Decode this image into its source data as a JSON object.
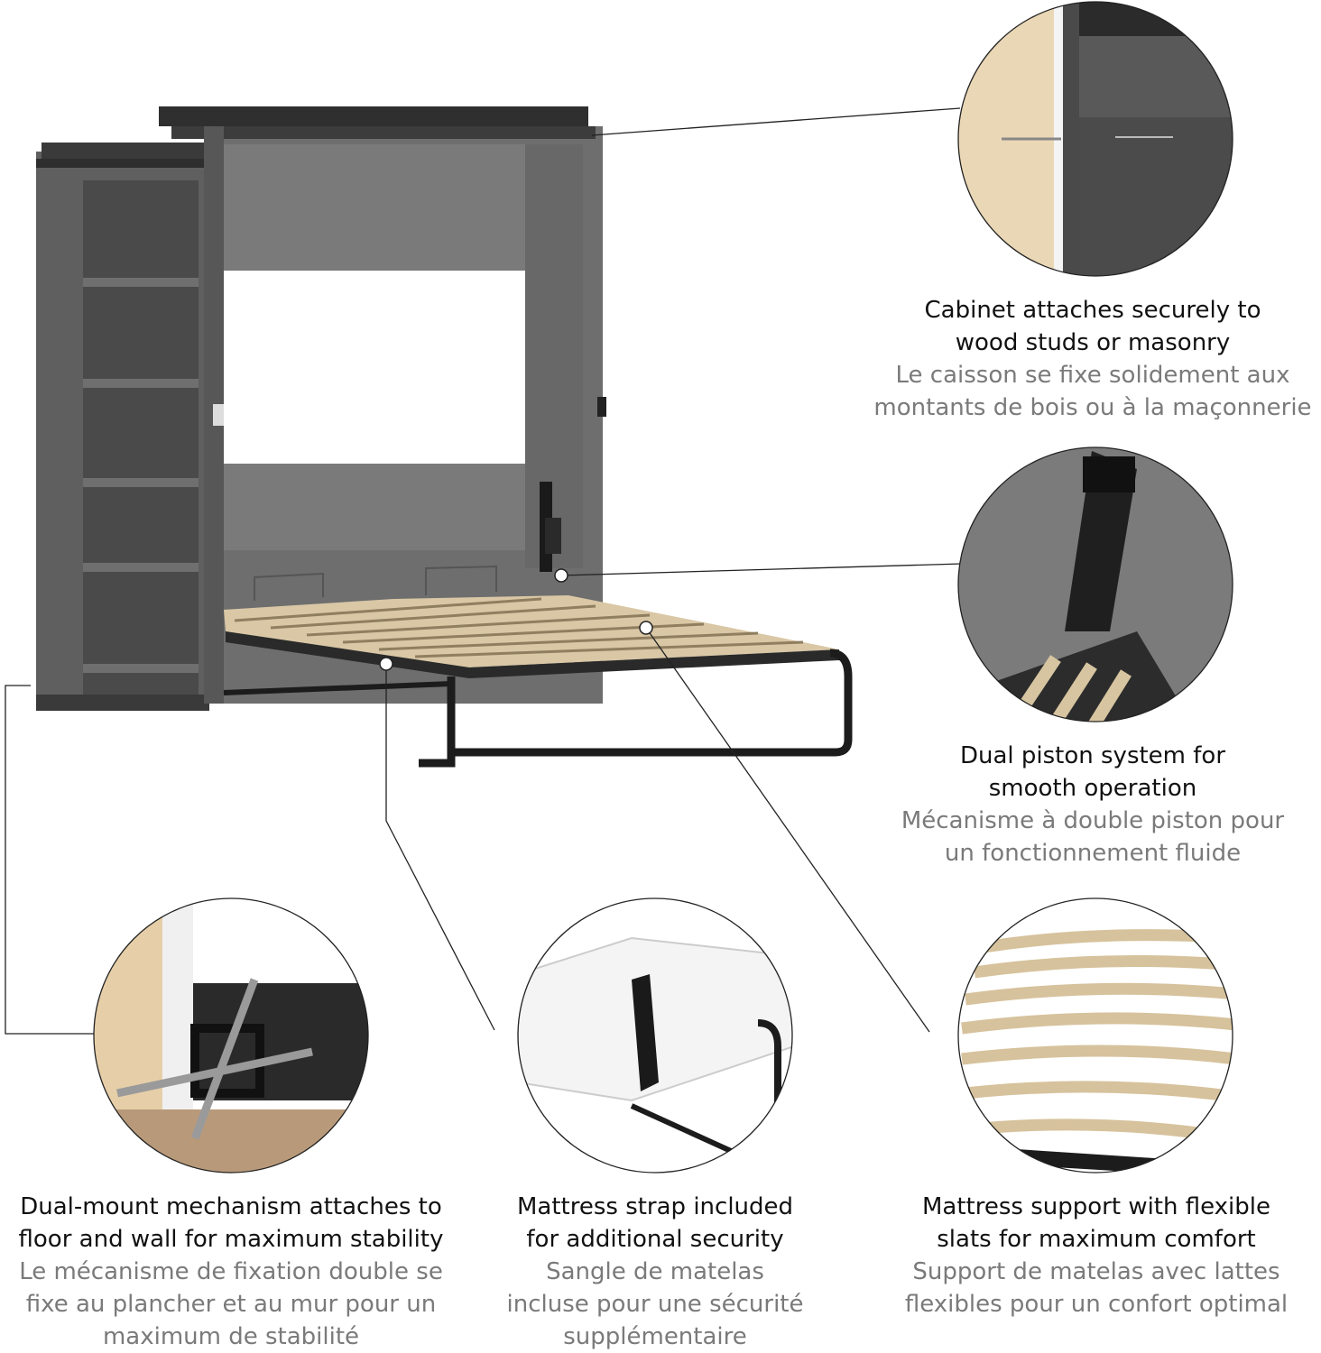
{
  "colors": {
    "wood_grey": "#6b6b6b",
    "wood_dark": "#3e3e3e",
    "frame_black": "#1c1c1c",
    "slat": "#d8c9ad",
    "stud_wood": "#e9d6b5",
    "caption_en": "#111111",
    "caption_fr": "#7a7a7a"
  },
  "features": {
    "cabinet": {
      "en": [
        "Cabinet attaches securely to",
        "wood studs or masonry"
      ],
      "fr": [
        "Le caisson se fixe solidement aux",
        "montants de bois ou à la maçonnerie"
      ]
    },
    "piston": {
      "en": [
        "Dual piston system for",
        "smooth operation"
      ],
      "fr": [
        "Mécanisme à double piston pour",
        "un fonctionnement fluide"
      ]
    },
    "mount": {
      "en": [
        "Dual-mount mechanism attaches to",
        "floor and wall for maximum stability"
      ],
      "fr": [
        "Le mécanisme de fixation double se",
        "fixe au plancher et au mur pour un",
        "maximum de stabilité"
      ]
    },
    "strap": {
      "en": [
        "Mattress strap included",
        "for additional security"
      ],
      "fr": [
        "Sangle de matelas",
        "incluse pour une sécurité",
        "supplémentaire"
      ]
    },
    "slats": {
      "en": [
        "Mattress support with flexible",
        "slats for maximum comfort"
      ],
      "fr": [
        "Support de matelas avec lattes",
        "flexibles pour un confort optimal"
      ]
    }
  },
  "icons": [
    "wall-bed-illustration",
    "screw-detail-icon",
    "piston-detail-icon",
    "floor-mount-detail-icon",
    "mattress-strap-detail-icon",
    "slat-detail-icon"
  ]
}
